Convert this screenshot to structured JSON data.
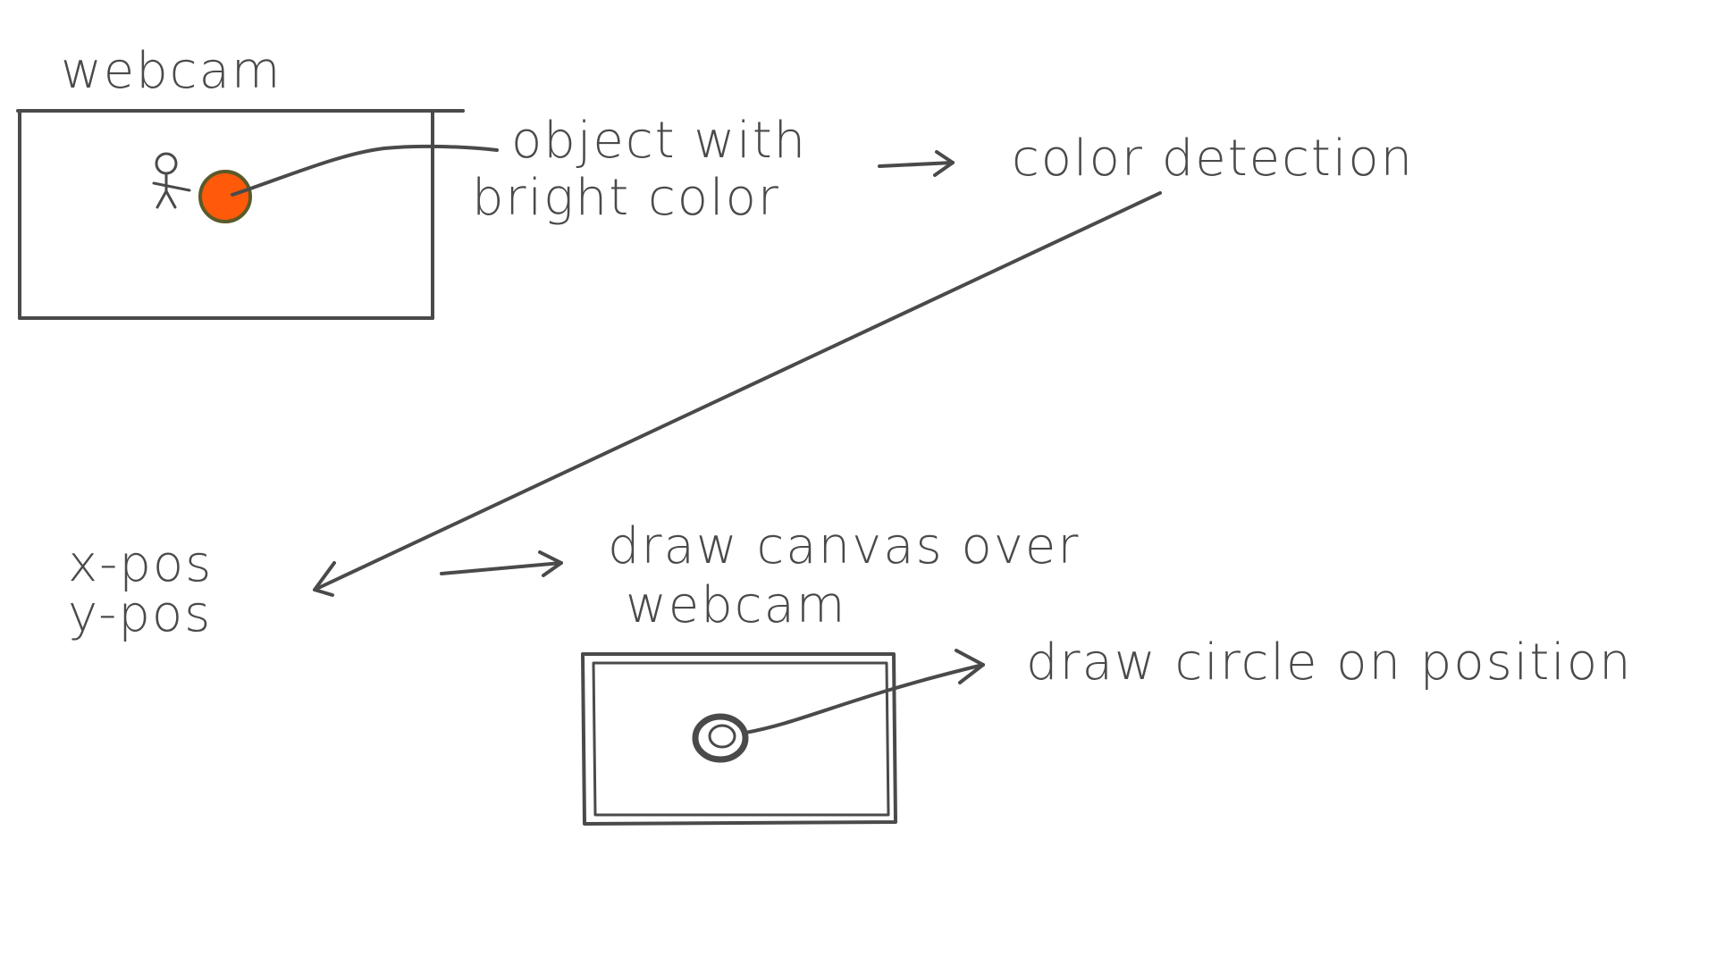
{
  "labels": {
    "webcam_top": "webcam",
    "object_line1": "object with",
    "object_line2": "bright color",
    "color_detection": "color detection",
    "xpos": "x-pos",
    "ypos": "y-pos",
    "draw_canvas_line1": "draw canvas over",
    "draw_canvas_line2": "webcam",
    "draw_circle": "draw circle on position"
  },
  "colors": {
    "ink": "#4a4a4a",
    "object_fill": "#ff5a0a",
    "object_stroke": "#5a5a2a",
    "background": "#ffffff"
  }
}
